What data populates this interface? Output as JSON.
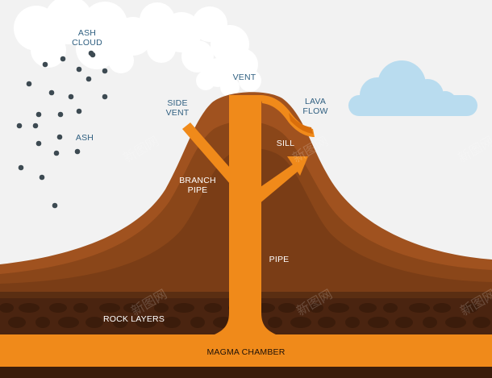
{
  "labels": {
    "ash_cloud": "ASH\nCLOUD",
    "ash": "ASH",
    "vent": "VENT",
    "side_vent": "SIDE\nVENT",
    "lava_flow": "LAVA\nFLOW",
    "sill": "SILL",
    "branch_pipe": "BRANCH\nPIPE",
    "pipe": "PIPE",
    "rock_layers": "ROCK LAYERS",
    "magma_chamber": "MAGMA CHAMBER"
  },
  "watermark": "新图网",
  "colors": {
    "background": "#f2f2f2",
    "cloud_white": "#ffffff",
    "cloud_blue": "#b9dcef",
    "mountain_light": "#a0521f",
    "mountain_mid": "#8a4619",
    "mountain_inner": "#7a3d16",
    "ground_dark": "#5a2e12",
    "rock_band": "#4a2410",
    "rock": "#3b1c0b",
    "magma": "#f08a1a",
    "magma_dark": "#d96e0b",
    "base_dark": "#3a1d0b",
    "ash_dot": "#3d4a52"
  }
}
